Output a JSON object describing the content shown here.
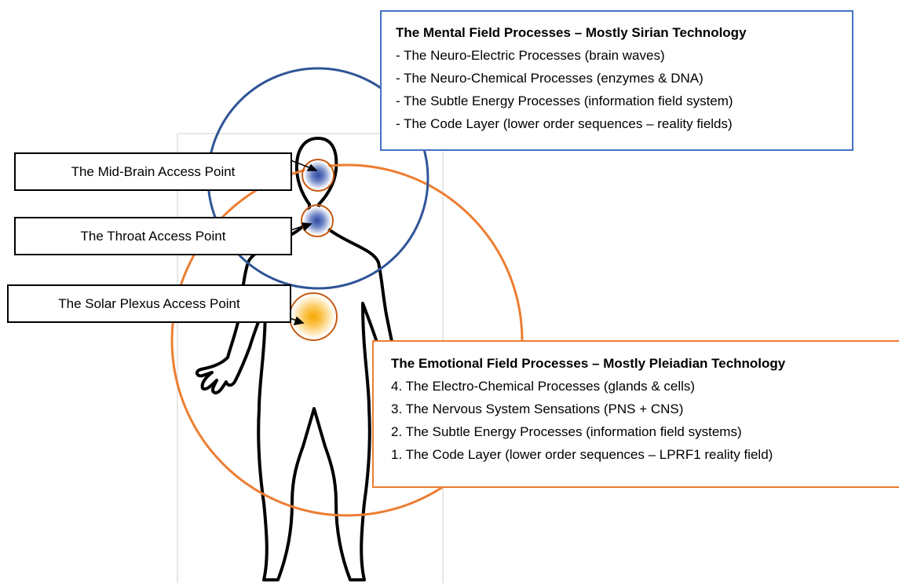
{
  "colors": {
    "mental": "#4472c4",
    "emotional": "#ed7d31",
    "node_blue": "#3a57a8",
    "node_gold": "#f7a800",
    "node_ring": "#c55a11"
  },
  "labels": {
    "mid_brain": "The Mid-Brain Access Point",
    "throat": "The Throat Access Point",
    "solar_plexus": "The Solar Plexus Access Point"
  },
  "mental": {
    "title": "The Mental Field Processes – Mostly Sirian Technology",
    "items": [
      "- The Neuro-Electric Processes (brain waves)",
      "- The Neuro-Chemical Processes (enzymes & DNA)",
      "- The Subtle Energy Processes (information field system)",
      "- The Code Layer (lower order sequences – reality fields)"
    ]
  },
  "emotional": {
    "title": "The Emotional Field Processes – Mostly Pleiadian Technology",
    "items": [
      "4. The Electro-Chemical Processes (glands & cells)",
      "3. The Nervous System Sensations (PNS + CNS)",
      "2. The Subtle Energy Processes (information field systems)",
      "1. The Code Layer (lower order sequences – LPRF1 reality field)"
    ]
  }
}
